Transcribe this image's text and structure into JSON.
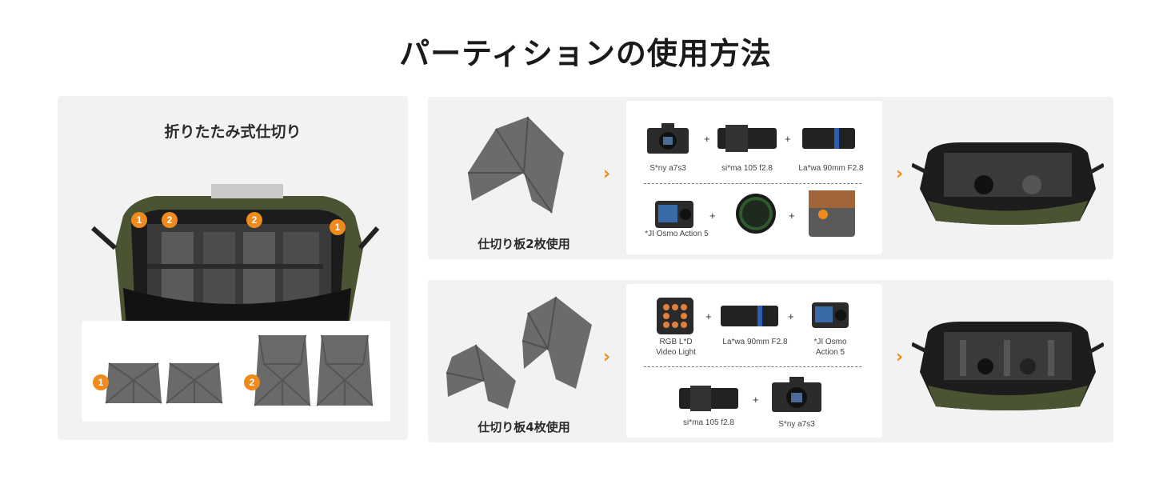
{
  "title": "パーティションの使用方法",
  "left": {
    "heading": "折りたたみ式仕切り",
    "badges": [
      "1",
      "2",
      "2",
      "1"
    ],
    "part_badges": [
      "1",
      "2"
    ]
  },
  "row1": {
    "caption": "仕切り板2枚使用",
    "items_top": [
      "S*ny a7s3",
      "si*ma 105 f2.8",
      "La*wa 90mm F2.8"
    ],
    "items_bottom": [
      "*JI Osmo Action 5",
      "",
      ""
    ],
    "plus": "+"
  },
  "row2": {
    "caption": "仕切り板4枚使用",
    "items_top": [
      "RGB L*D\nVideo Light",
      "La*wa 90mm F2.8",
      "*JI Osmo\nAction 5"
    ],
    "items_bottom": [
      "si*ma 105 f2.8",
      "S*ny a7s3"
    ],
    "plus": "+"
  },
  "arrow_glyph": "›",
  "colors": {
    "accent": "#f08a1c",
    "panel": "#f2f2f2"
  }
}
